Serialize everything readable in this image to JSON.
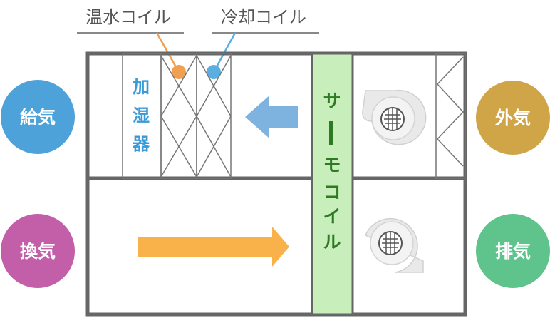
{
  "labels": {
    "hot_coil": "温水コイル",
    "cold_coil": "冷却コイル",
    "humidifier": [
      "加",
      "湿",
      "器"
    ],
    "thermo_coil": [
      "サ",
      "ー",
      "モ",
      "コ",
      "イ",
      "ル"
    ]
  },
  "circles": {
    "supply": {
      "label": "給気",
      "color": "#4da3d9"
    },
    "exhaust_in": {
      "label": "換気",
      "color": "#c25fa8"
    },
    "outside": {
      "label": "外気",
      "color": "#cfa547"
    },
    "exhaust_out": {
      "label": "排気",
      "color": "#5fc48c"
    }
  },
  "colors": {
    "frame": "#666666",
    "hot_coil": "#f0a050",
    "cold_coil": "#5aaee0",
    "humidifier_text": "#3a9ad8",
    "thermo_fill": "#c8eebc",
    "thermo_text": "#2d7a22",
    "arrow_blue": "#7eb3df",
    "arrow_orange": "#f9b24a"
  }
}
